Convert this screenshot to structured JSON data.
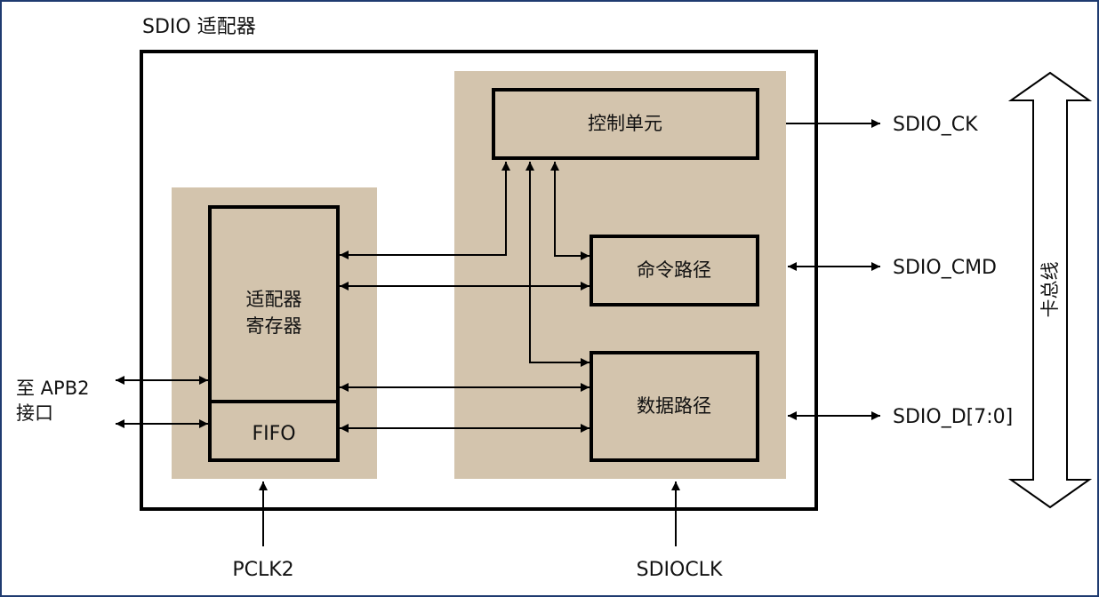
{
  "diagram": {
    "title": "SDIO 适配器",
    "blocks": {
      "adapter_register_line1": "适配器",
      "adapter_register_line2": "寄存器",
      "fifo": "FIFO",
      "control_unit": "控制单元",
      "command_path": "命令路径",
      "data_path": "数据路径"
    },
    "signals": {
      "apb2_line1": "至 APB2",
      "apb2_line2": "接口",
      "pclk2": "PCLK2",
      "sdioclk": "SDIOCLK",
      "sdio_ck": "SDIO_CK",
      "sdio_cmd": "SDIO_CMD",
      "sdio_d": "SDIO_D[7:0]",
      "card_bus": "卡总线"
    },
    "colors": {
      "region_fill": "#d3c4ad",
      "line": "#000000",
      "frame_border": "#1f3b70"
    }
  }
}
